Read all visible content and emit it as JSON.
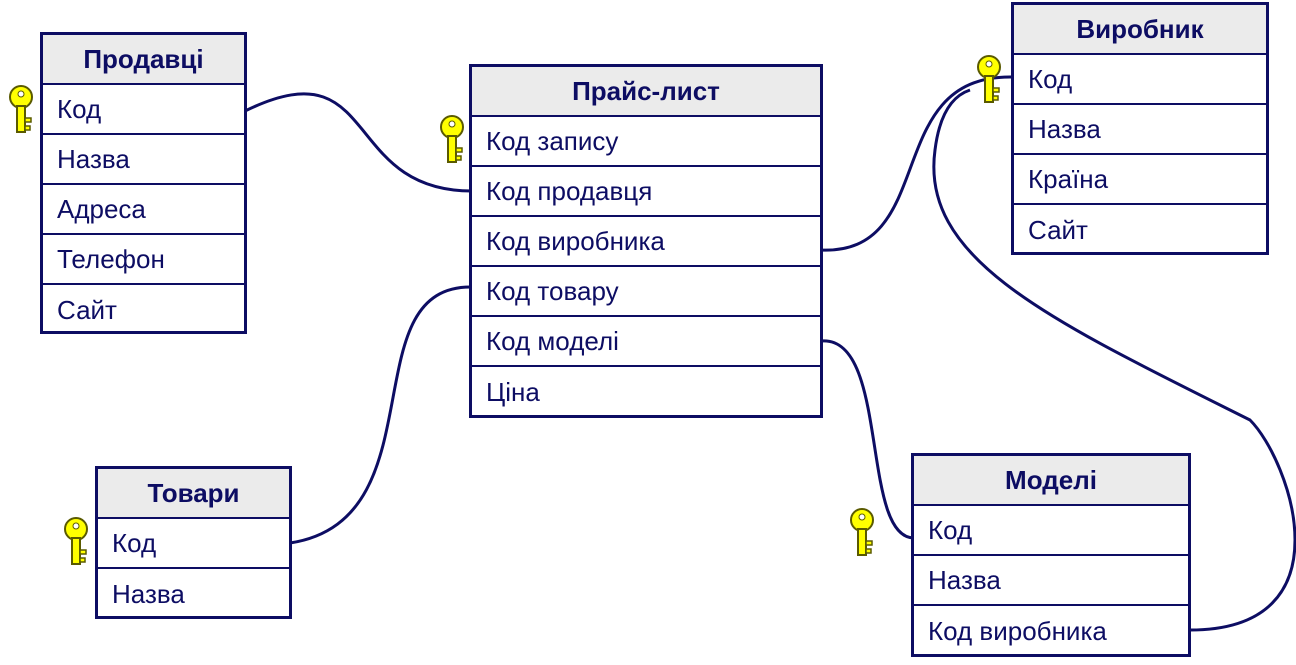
{
  "colors": {
    "line": "#0d0d63",
    "header_bg": "#ebebeb",
    "key_fill": "#ffff00",
    "key_dark": "#8a8a00"
  },
  "tables": {
    "prodavtsi": {
      "title": "Продавці",
      "fields": [
        "Код",
        "Назва",
        "Адреса",
        "Телефон",
        "Сайт"
      ],
      "key_icon": "key-icon"
    },
    "prais": {
      "title": "Прайс-лист",
      "fields": [
        "Код запису",
        "Код продавця",
        "Код виробника",
        "Код товару",
        "Код моделі",
        "Ціна"
      ],
      "key_icon": "key-icon"
    },
    "vyrobnyk": {
      "title": "Виробник",
      "fields": [
        "Код",
        "Назва",
        "Країна",
        "Сайт"
      ],
      "key_icon": "key-icon"
    },
    "tovary": {
      "title": "Товари",
      "fields": [
        "Код",
        "Назва"
      ],
      "key_icon": "key-icon"
    },
    "modeli": {
      "title": "Моделі",
      "fields": [
        "Код",
        "Назва",
        "Код виробника"
      ],
      "key_icon": "key-icon"
    }
  },
  "relationships": [
    {
      "from": "Продавці.Код",
      "to": "Прайс-лист.Код продавця"
    },
    {
      "from": "Товари.Код",
      "to": "Прайс-лист.Код товару"
    },
    {
      "from": "Виробник.Код",
      "to": "Прайс-лист.Код виробника"
    },
    {
      "from": "Моделі.Код",
      "to": "Прайс-лист.Код моделі"
    },
    {
      "from": "Виробник.Код",
      "to": "Моделі.Код виробника"
    }
  ]
}
